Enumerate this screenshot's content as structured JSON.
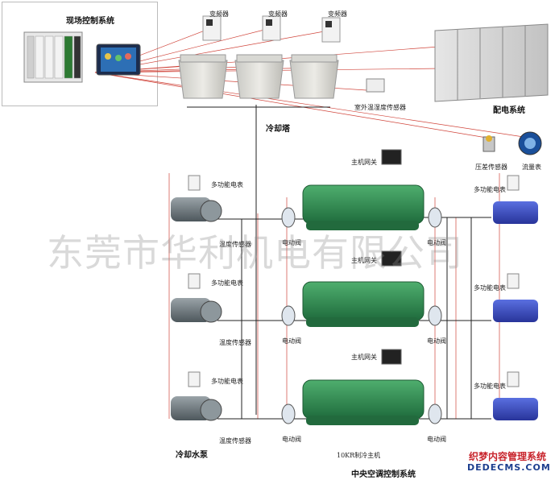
{
  "diagram": {
    "title_bottom": "中央空调控制系统",
    "watermark": "东莞市华利机电有限公司",
    "field_control_label": "现场控制系统",
    "cooling_tower_label": "冷却塔",
    "power_dist_label": "配电系统",
    "vfd_label": "变频器",
    "outdoor_sensor_label": "室外温湿度传感器",
    "diff_pressure_label": "压差传感器",
    "flow_meter_label": "流量表",
    "cooling_pump_label": "冷却水泵",
    "chiller_main_label": "10KR制冷主机",
    "host_gateway_label": "主机网关",
    "multifunction_meter_label": "多功能电表",
    "temp_sensor_label": "温度传感器",
    "motor_valve_label": "电动阀",
    "site_logo_line1": "织梦内容管理系统",
    "site_logo_line2": "DEDECMS.COM"
  },
  "colors": {
    "chiller_green": "#2e8a4f",
    "pump_gray": "#6f7a80",
    "pump_blue": "#3d4fb8",
    "signal_red": "#d0443a",
    "pipe_black": "#222222"
  }
}
